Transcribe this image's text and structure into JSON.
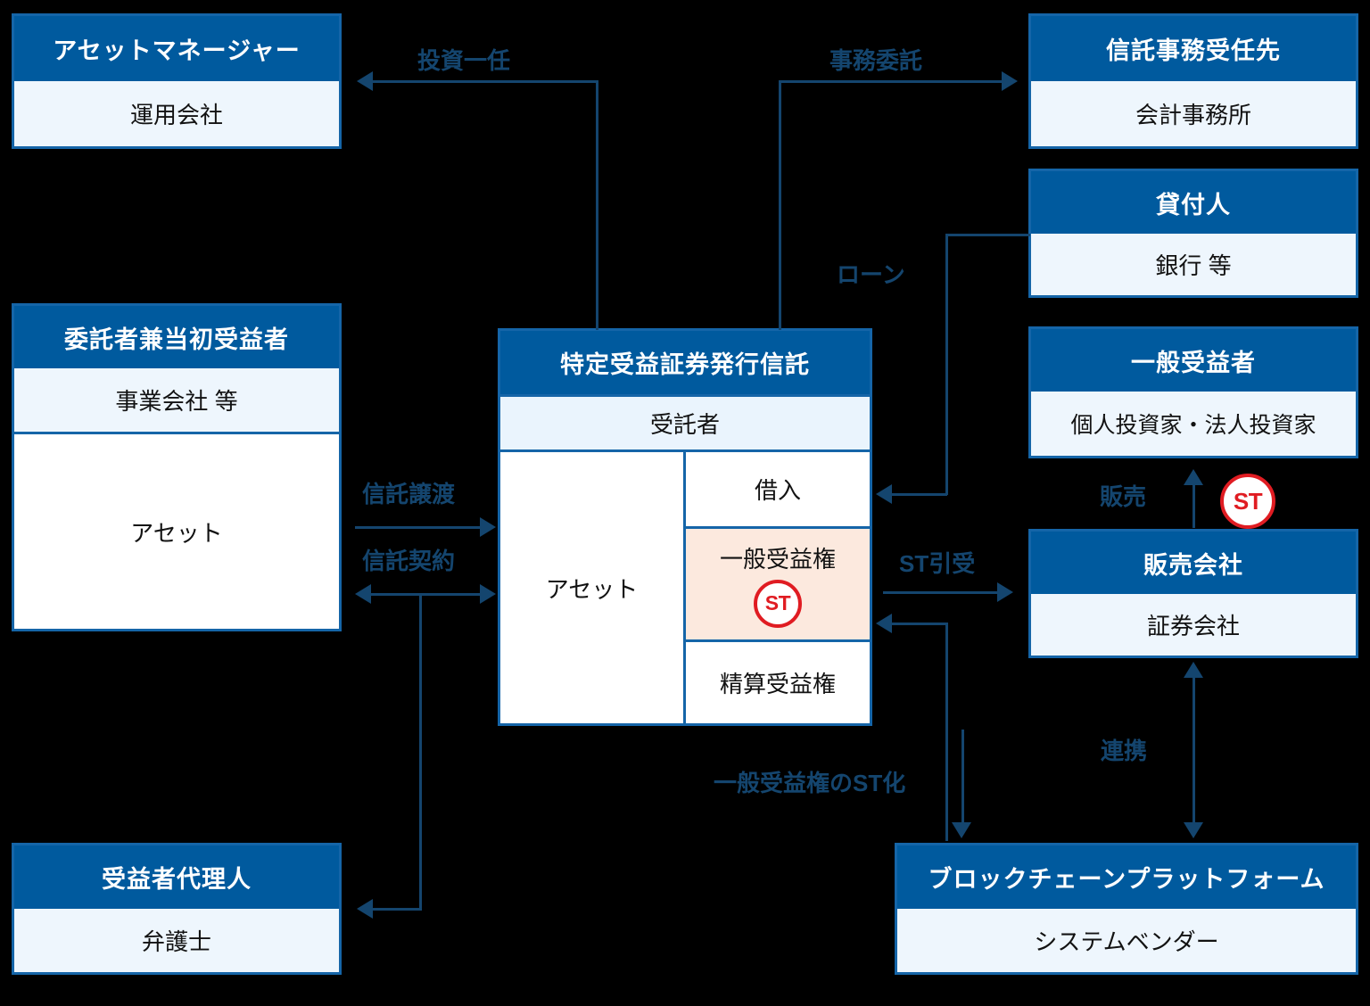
{
  "diagram": {
    "title_visible": false,
    "colors": {
      "header_blue": "#005a9e",
      "body_light": "#eef6fd",
      "border_blue": "#1565a8",
      "line_navy": "#14456e",
      "st_red": "#e01c22",
      "highlight_peach": "#fce9de",
      "background": "#000000"
    }
  },
  "nodes": {
    "asset_manager": {
      "header": "アセットマネージャー",
      "body": "運用会社"
    },
    "trust_admin": {
      "header": "信託事務受任先",
      "body": "会計事務所"
    },
    "lender": {
      "header": "貸付人",
      "body": "銀行 等"
    },
    "settlor": {
      "header": "委託者兼当初受益者",
      "body": "事業会社 等",
      "asset": "アセット"
    },
    "general_beneficiary": {
      "header": "一般受益者",
      "body": "個人投資家・法人投資家"
    },
    "distributor": {
      "header": "販売会社",
      "body": "証券会社"
    },
    "beneficiary_agent": {
      "header": "受益者代理人",
      "body": "弁護士"
    },
    "blockchain_platform": {
      "header": "ブロックチェーンプラットフォーム",
      "body": "システムベンダー"
    },
    "trust": {
      "header": "特定受益証券発行信託",
      "trustee": "受託者",
      "asset": "アセット",
      "borrowing": "借入",
      "general_right": "一般受益権",
      "general_right_badge": "ST",
      "settlement_right": "精算受益権"
    }
  },
  "edges": {
    "investment_discretion": "投資一任",
    "admin_delegation": "事務委託",
    "loan": "ローン",
    "trust_transfer": "信託譲渡",
    "trust_agreement": "信託契約",
    "st_underwriting": "ST引受",
    "sale": "販売",
    "sale_badge": "ST",
    "st_conversion": "一般受益権のST化",
    "cooperation": "連携"
  }
}
